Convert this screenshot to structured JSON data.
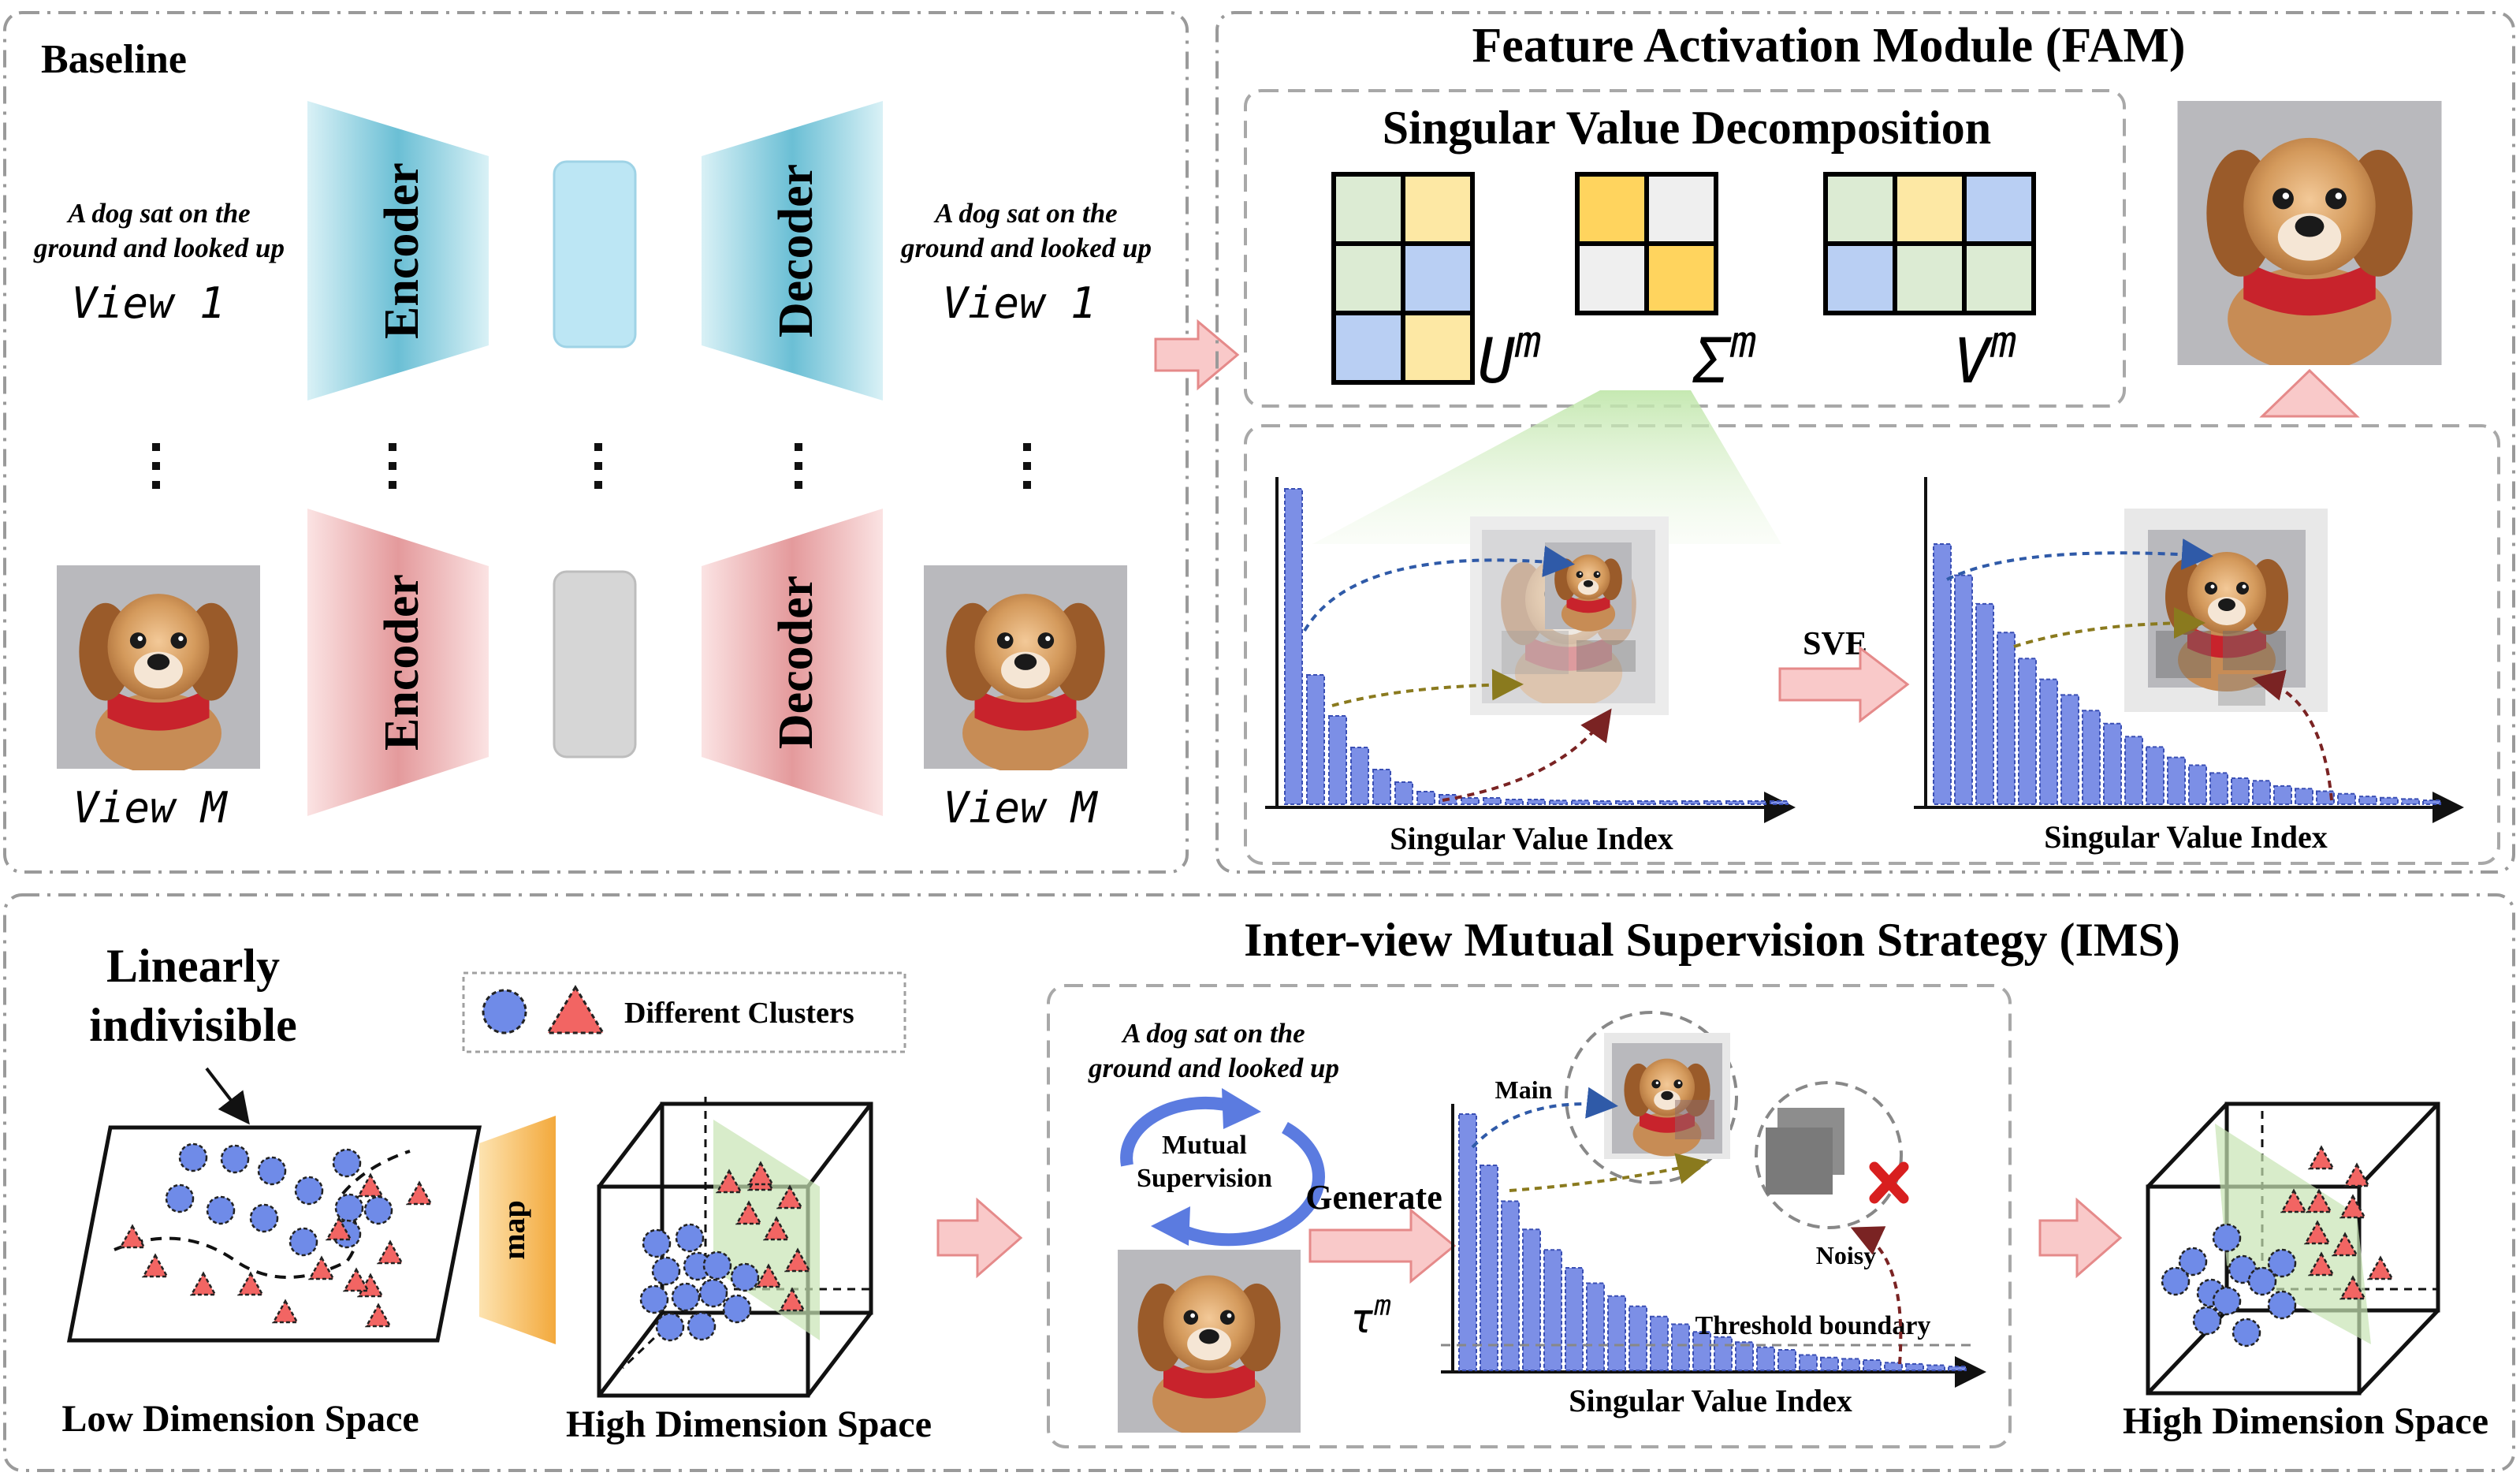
{
  "baseline": {
    "title": "Baseline",
    "caption_line1": "A dog sat on the",
    "caption_line2": "ground and looked up",
    "view_1": "View 1",
    "view_m": "View M",
    "encoder": "Encoder",
    "decoder": "Decoder"
  },
  "fam": {
    "title": "Feature Activation Module (FAM)",
    "svd_title": "Singular Value Decomposition",
    "u_label": "U",
    "sigma_label": "Σ",
    "v_label": "V",
    "superscript": "m",
    "sve_label": "SVE",
    "xaxis_label": "Singular Value Index",
    "bars_before": [
      1.0,
      0.41,
      0.28,
      0.18,
      0.11,
      0.07,
      0.04,
      0.03,
      0.02,
      0.02,
      0.015,
      0.015,
      0.012,
      0.012,
      0.01,
      0.01,
      0.01,
      0.01,
      0.01,
      0.01,
      0.01,
      0.01,
      0.01
    ],
    "bars_after": [
      1.0,
      0.88,
      0.77,
      0.66,
      0.56,
      0.48,
      0.42,
      0.36,
      0.31,
      0.26,
      0.22,
      0.18,
      0.15,
      0.12,
      0.1,
      0.09,
      0.07,
      0.06,
      0.05,
      0.04,
      0.03,
      0.025,
      0.02,
      0.015
    ]
  },
  "ims": {
    "title": "Inter-view Mutual Supervision Strategy (IMS)",
    "linearly": "Linearly",
    "indivisible": "indivisible",
    "legend_label": "Different Clusters",
    "map_label": "map",
    "low_dim": "Low Dimension Space",
    "high_dim": "High Dimension Space",
    "high_dim_2": "High Dimension Space",
    "caption_line1": "A dog sat on the",
    "caption_line2": "ground and looked up",
    "mutual": "Mutual",
    "supervision": "Supervision",
    "generate": "Generate",
    "tau": "τ",
    "tau_sup": "m",
    "main": "Main",
    "noisy": "Noisy",
    "threshold": "Threshold boundary",
    "xaxis_label": "Singular Value Index",
    "bars": [
      1.0,
      0.8,
      0.66,
      0.55,
      0.47,
      0.4,
      0.34,
      0.29,
      0.25,
      0.21,
      0.18,
      0.15,
      0.13,
      0.11,
      0.09,
      0.08,
      0.06,
      0.05,
      0.045,
      0.04,
      0.03,
      0.025,
      0.02,
      0.015
    ]
  },
  "colors": {
    "bar_blue": "#7C8FE6",
    "cluster_blue": "#6F8BE8",
    "cluster_red": "#F26563",
    "green": "#DCEBD3",
    "yellow": "#FDE8A4",
    "blue_cell": "#B9CFF3",
    "gold": "#FFD45E",
    "gray_cell": "#EFEFEF",
    "arrow_pink": "#F7B8B8"
  }
}
